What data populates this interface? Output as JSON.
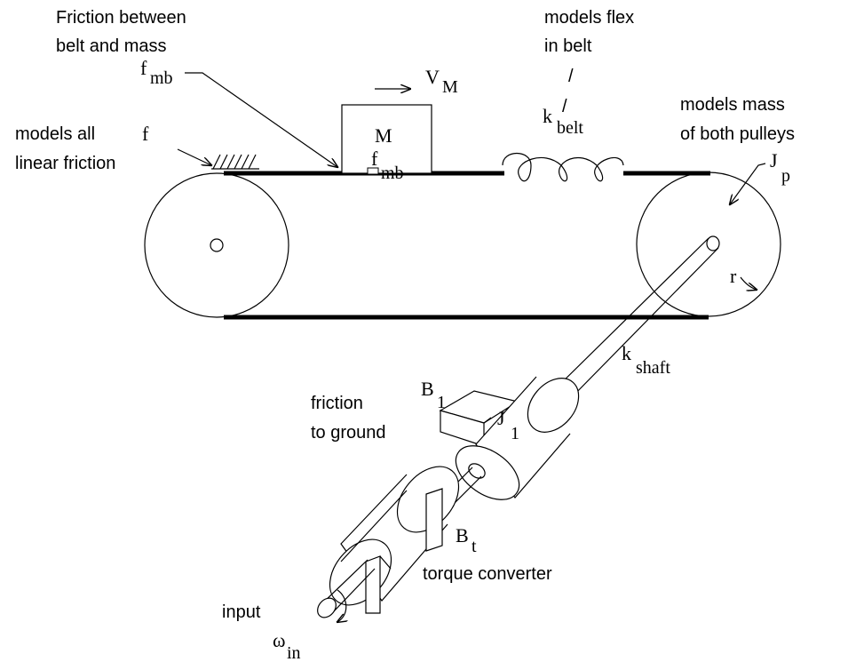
{
  "labels": {
    "friction_belt_mass_line1": "Friction between",
    "friction_belt_mass_line2": "belt and mass",
    "f_mb_label": "f",
    "f_mb_label_sub": "mb",
    "velocity_label": "V",
    "velocity_label_sub": "M",
    "mass_label": "M",
    "f_mb_on_belt": "f",
    "f_mb_on_belt_sub": "mb",
    "models_flex_line1": "models flex",
    "models_flex_line2": "in belt",
    "slash": "/",
    "k_belt": "k",
    "k_belt_sub": "belt",
    "models_mass_line1": "models mass",
    "models_mass_line2": "of both pulleys",
    "J_p": "J",
    "J_p_sub": "p",
    "r": "r",
    "models_all_line1": "models all",
    "models_all_line2": "linear friction",
    "f_linear": "f",
    "k_shaft": "k",
    "k_shaft_sub": "shaft",
    "B_1": "B",
    "B_1_sub": "1",
    "friction_ground_line1": "friction",
    "friction_ground_line2": "to ground",
    "J_1": "J",
    "J_1_sub": "1",
    "B_t": "B",
    "B_t_sub": "t",
    "torque_converter": "torque converter",
    "input": "input",
    "omega_in": "ω",
    "omega_in_sub": "in"
  }
}
